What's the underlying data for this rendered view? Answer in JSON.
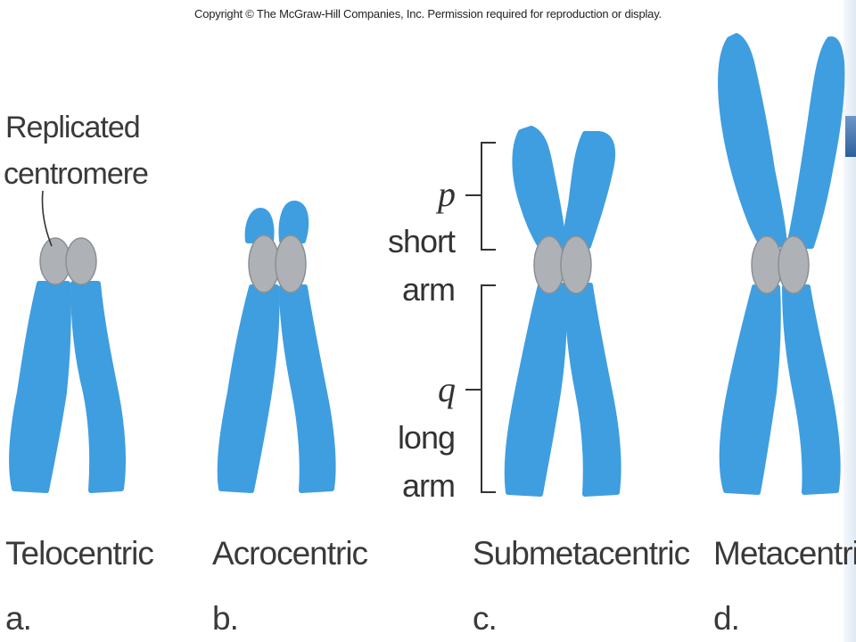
{
  "copyright": "Copyright © The McGraw-Hill Companies, Inc. Permission required for reproduction or display.",
  "callout": {
    "line1": "Replicated",
    "line2": "centromere"
  },
  "arm_labels": {
    "p": "p",
    "p_line1": "short",
    "p_line2": "arm",
    "q": "q",
    "q_line1": "long",
    "q_line2": "arm"
  },
  "chromosomes": [
    {
      "name": "Telocentric",
      "letter": "a."
    },
    {
      "name": "Acrocentric",
      "letter": "b."
    },
    {
      "name": "Submetacentric",
      "letter": "c."
    },
    {
      "name": "Metacentric",
      "letter": "d."
    }
  ],
  "colors": {
    "chromatid": "#3e9ee0",
    "centromere": "#aeb2b6",
    "centromere_stroke": "#8a8f94",
    "text": "#3a3a3a"
  }
}
